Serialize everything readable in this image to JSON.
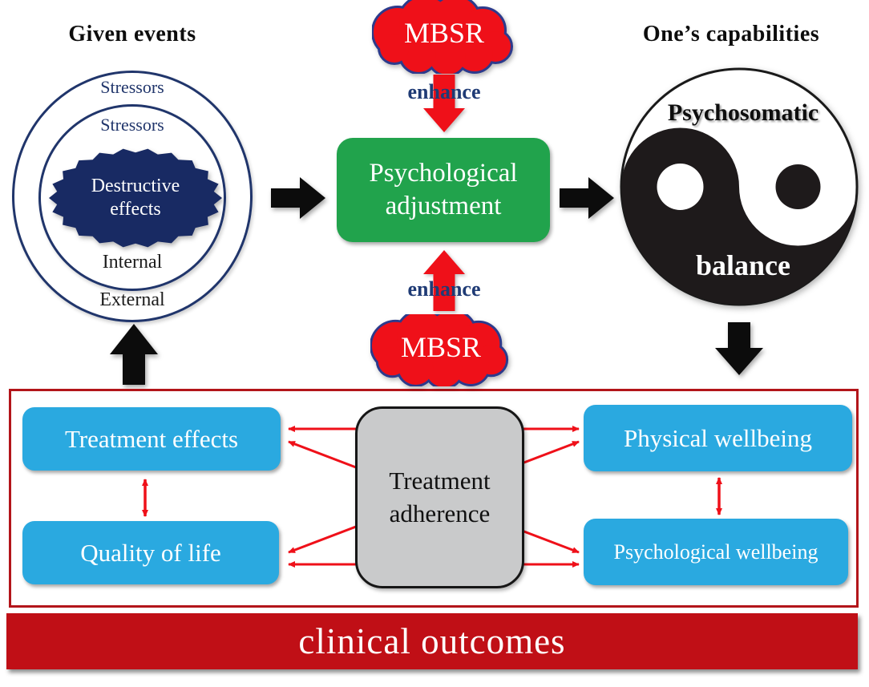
{
  "titles": {
    "given_events": "Given events",
    "ones_capabilities": "One’s capabilities"
  },
  "stress_model": {
    "outer_ring_label": "Stressors",
    "inner_ring_label": "Stressors",
    "core_line1": "Destructive",
    "core_line2": "effects",
    "internal_label": "Internal",
    "external_label": "External"
  },
  "mbsr": {
    "top_cloud_label": "MBSR",
    "bottom_cloud_label": "MBSR",
    "enhance_top_label": "enhance",
    "enhance_bottom_label": "enhance"
  },
  "adjustment_box": {
    "line1": "Psychological",
    "line2": "adjustment"
  },
  "capabilities": {
    "psychosomatic_label": "Psychosomatic",
    "balance_label": "balance"
  },
  "outcomes_section": {
    "treatment_effects": "Treatment effects",
    "quality_of_life": "Quality of life",
    "physical_wellbeing": "Physical wellbeing",
    "psychological_wellbeing": "Psychological wellbeing",
    "adherence_line1": "Treatment",
    "adherence_line2": "adherence"
  },
  "banner": {
    "label": "clinical outcomes"
  },
  "colors": {
    "navy": "#20356b",
    "cloud_border": "#2c3a8c",
    "dest_navy": "#182a63",
    "red": "#ef1019",
    "banner_red": "#c00f16",
    "section_border": "#b3151a",
    "green": "#21a34c",
    "blue": "#2aa9e0",
    "gray": "#c9cacb"
  }
}
